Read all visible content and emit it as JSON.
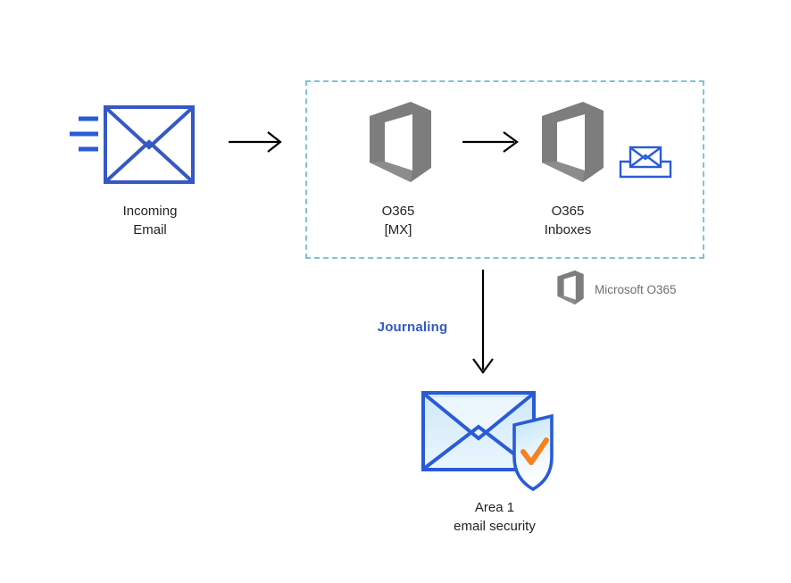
{
  "diagram": {
    "title_visible": false,
    "background": "#ffffff",
    "colors": {
      "envelope_blue": "#3558c4",
      "envelope_fill_light": "#d6ecf9",
      "office_gray": "#7d7d7d",
      "legend_gray": "#6f6f6f",
      "dashed_region": "#7ec3da",
      "arrow_black": "#000000",
      "journaling_blue": "#3558c4",
      "shield_check_orange": "#f58220",
      "shield_outline": "#2a5bd7",
      "text_dark": "#231f20"
    }
  },
  "nodes": {
    "incoming_email": {
      "label": "Incoming\nEmail",
      "icon": "envelope-icon",
      "speed_lines": 3
    },
    "o365_mx": {
      "label": "O365\n[MX]",
      "icon": "office-365-icon"
    },
    "o365_inboxes": {
      "label": "O365\nInboxes",
      "icon": "office-365-icon",
      "badge_icon": "mailbox-envelope-icon"
    },
    "area1": {
      "label": "Area 1\nemail security",
      "icon": "envelope-shield-check-icon"
    }
  },
  "legend": {
    "label": "Microsoft O365",
    "icon": "office-365-icon"
  },
  "edges": {
    "incoming_to_mx": {
      "label": "",
      "direction": "right",
      "style": "solid-arrow"
    },
    "mx_to_inboxes": {
      "label": "",
      "direction": "right",
      "style": "solid-arrow"
    },
    "inboxes_to_area1": {
      "label": "Journaling",
      "direction": "down",
      "style": "solid-arrow"
    }
  }
}
